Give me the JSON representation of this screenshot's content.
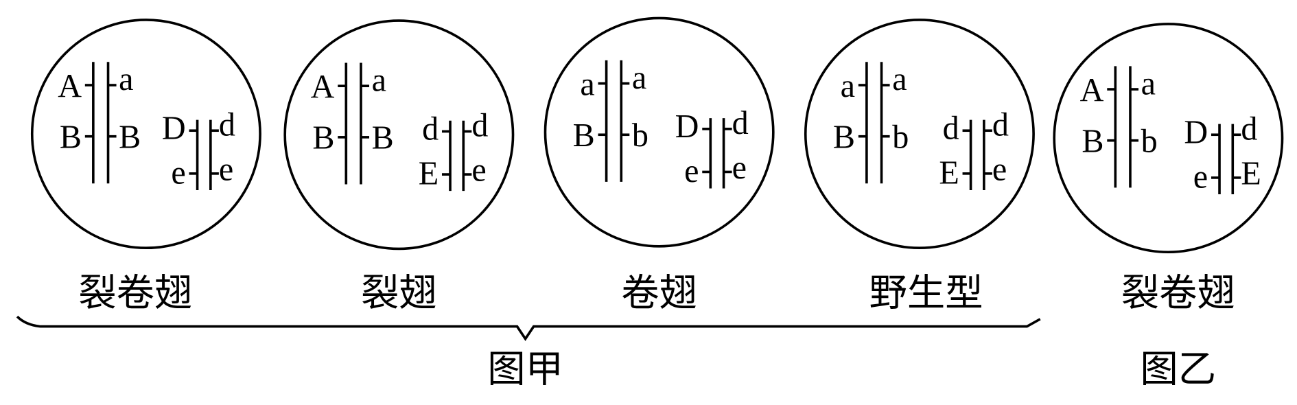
{
  "cells": [
    {
      "label": "裂卷翅",
      "big": {
        "top": [
          "A",
          "a"
        ],
        "mid": [
          "B",
          "B"
        ]
      },
      "small": {
        "top": [
          "D",
          "d"
        ],
        "bot": [
          "e",
          "e"
        ]
      }
    },
    {
      "label": "裂翅",
      "big": {
        "top": [
          "A",
          "a"
        ],
        "mid": [
          "B",
          "B"
        ]
      },
      "small": {
        "top": [
          "d",
          "d"
        ],
        "bot": [
          "E",
          "e"
        ]
      }
    },
    {
      "label": "卷翅",
      "big": {
        "top": [
          "a",
          "a"
        ],
        "mid": [
          "B",
          "b"
        ]
      },
      "small": {
        "top": [
          "D",
          "d"
        ],
        "bot": [
          "e",
          "e"
        ]
      }
    },
    {
      "label": "野生型",
      "big": {
        "top": [
          "a",
          "a"
        ],
        "mid": [
          "B",
          "b"
        ]
      },
      "small": {
        "top": [
          "d",
          "d"
        ],
        "bot": [
          "E",
          "e"
        ]
      }
    },
    {
      "label": "裂卷翅",
      "big": {
        "top": [
          "A",
          "a"
        ],
        "mid": [
          "B",
          "b"
        ]
      },
      "small": {
        "top": [
          "D",
          "d"
        ],
        "bot": [
          "e",
          "E"
        ]
      }
    }
  ],
  "figures": {
    "jia": "图甲",
    "yi": "图乙"
  }
}
